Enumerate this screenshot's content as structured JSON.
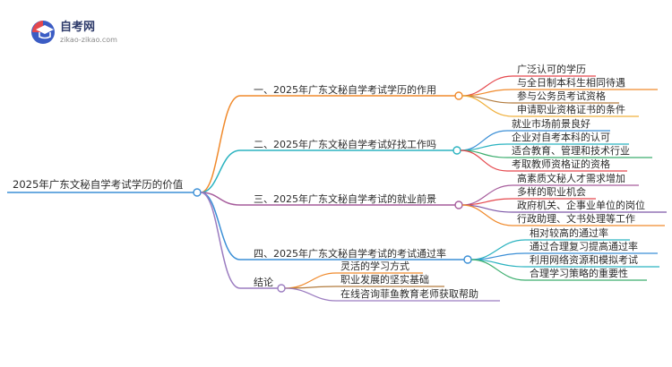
{
  "logo": {
    "title": "自考网",
    "url": "zikao-zikao.com",
    "icon": "graduation-cap-icon"
  },
  "mindmap": {
    "root": "2025年广东文秘自学考试学历的价值",
    "branches": [
      {
        "label": "一、2025年广东文秘自学考试学历的作用",
        "color": "#f08a2c",
        "children": [
          "广泛认可的学历",
          "与全日制本科生相同待遇",
          "参与公务员考试资格",
          "申请职业资格证书的条件"
        ]
      },
      {
        "label": "二、2025年广东文秘自学考试好找工作吗",
        "color": "#2bb3c0",
        "children": [
          "就业市场前景良好",
          "企业对自考本科的认可",
          "适合教育、管理和技术行业",
          "考取教师资格证的资格"
        ]
      },
      {
        "label": "三、2025年广东文秘自学考试的就业前景",
        "color": "#a65c9c",
        "children": [
          "高素质文秘人才需求增加",
          "多样的职业机会",
          "政府机关、企事业单位的岗位",
          "行政助理、文书处理等工作"
        ]
      },
      {
        "label": "四、2025年广东文秘自学考试的考试通过率",
        "color": "#3b8fd6",
        "children": [
          "相对较高的通过率",
          "通过合理复习提高通过率",
          "利用网络资源和模拟考试",
          "合理学习策略的重要性"
        ]
      },
      {
        "label": "结论",
        "color": "#9b7cc0",
        "children": [
          "灵活的学习方式",
          "职业发展的坚实基础",
          "在线咨询菲鱼教育老师获取帮助"
        ]
      }
    ]
  },
  "leaf_colors": {
    "b0": [
      "#e5484d",
      "#f08a2c",
      "#b27b3d",
      "#f0b03c"
    ],
    "b1": [
      "#3b8fd6",
      "#2bb3c0",
      "#3cae6e",
      "#e5484d"
    ],
    "b2": [
      "#a65c9c",
      "#e5484d",
      "#7d57a8",
      "#f08a2c"
    ],
    "b3": [
      "#2bb3c0",
      "#3b8fd6",
      "#2bb3c0",
      "#3cae6e"
    ],
    "b4": [
      "#f08a2c",
      "#b27b3d",
      "#9b7cc0"
    ]
  }
}
